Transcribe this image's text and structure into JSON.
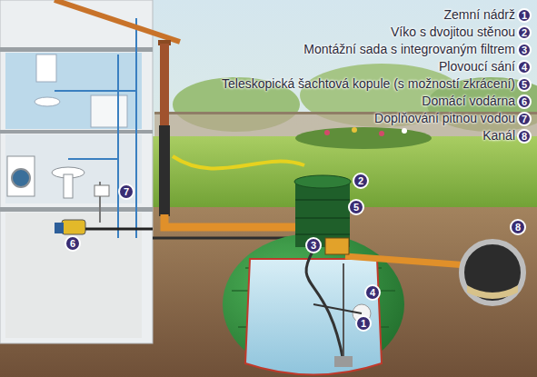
{
  "diagram": {
    "nodes": [
      {
        "text": [
          "1"
        ]
      },
      {
        "text": [
          "2"
        ]
      },
      {
        "text": [
          "3"
        ]
      },
      {
        "text": [
          "4"
        ]
      },
      {
        "text": [
          "5"
        ]
      },
      {
        "text": [
          "6"
        ]
      },
      {
        "text": [
          "7"
        ]
      },
      {
        "text": [
          "8"
        ]
      },
      {
        "text": [
          "2"
        ]
      },
      {
        "text": [
          "7"
        ]
      },
      {
        "text": [
          "5"
        ]
      },
      {
        "text": [
          "8"
        ]
      },
      {
        "text": [
          "6"
        ]
      },
      {
        "text": [
          "3"
        ]
      },
      {
        "text": [
          "4"
        ]
      },
      {
        "text": [
          "1"
        ]
      }
    ],
    "legend": [
      {
        "text": "Zemní nádrž"
      },
      {
        "text": "Víko s dvojitou stěnou"
      },
      {
        "text": "Montážní sada s integrovaným filtrem"
      },
      {
        "text": "Plovoucí sání"
      },
      {
        "text": "Teleskopická šachtová kopule (s možností zkrácení)"
      },
      {
        "text": "Domácí vodárna"
      },
      {
        "text": "Doplňování pitnou vodou"
      },
      {
        "text": "Kanál"
      }
    ]
  }
}
